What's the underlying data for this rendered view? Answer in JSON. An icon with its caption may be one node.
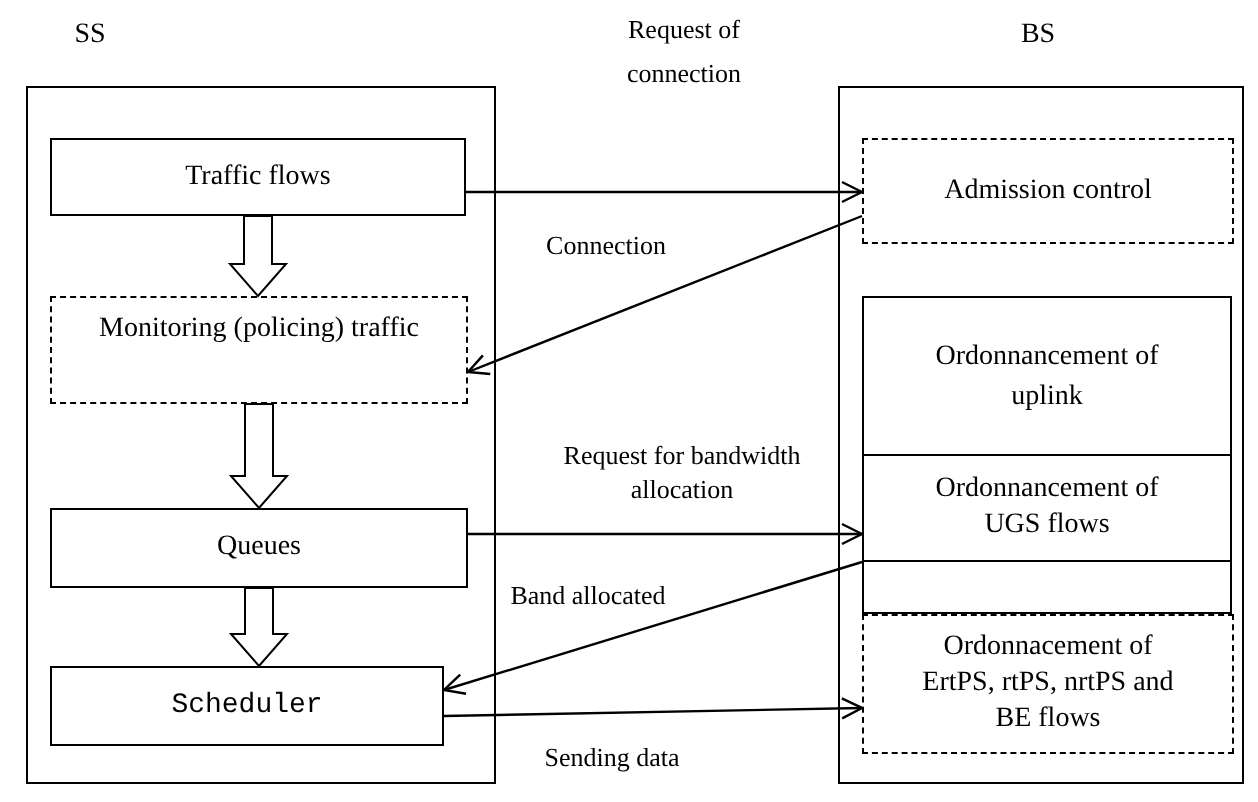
{
  "diagram": {
    "nodes": [
      {
        "text": [
          "SS"
        ]
      },
      {
        "text": [
          "Traffic flows"
        ],
        "in": 0
      },
      {
        "text": [
          "Monitoring (policing) traffic"
        ],
        "in": 0
      },
      {
        "text": [
          "Queues"
        ],
        "in": 0
      },
      {
        "text": [
          "Scheduler"
        ],
        "in": 0
      },
      {
        "text": [
          "BS"
        ]
      },
      {
        "text": [
          "Admission control"
        ],
        "in": 5
      },
      {
        "text": [
          "Ordonnancement of uplink"
        ],
        "in": 5
      },
      {
        "text": [
          "Ordonnancement of UGS flows"
        ],
        "in": 7
      },
      {
        "text": [
          "Ordonnacement of ErtPS, rtPS, nrtPS and BE flows"
        ],
        "in": 5
      }
    ],
    "edges": [
      {
        "from": 1,
        "to": 2,
        "arrow": "to",
        "style": "thick"
      },
      {
        "from": 2,
        "to": 3,
        "arrow": "to",
        "style": "thick"
      },
      {
        "from": 3,
        "to": 4,
        "arrow": "to",
        "style": "thick"
      },
      {
        "from": 1,
        "to": 6,
        "arrow": "to",
        "label": "Request of connection"
      },
      {
        "from": 6,
        "to": 2,
        "arrow": "to",
        "label": "Connection"
      },
      {
        "from": 3,
        "to": 8,
        "arrow": "to",
        "label": "Request for bandwidth allocation"
      },
      {
        "from": 8,
        "to": 4,
        "arrow": "to",
        "label": "Band allocated"
      },
      {
        "from": 4,
        "to": 9,
        "arrow": "to",
        "label": "Sending data"
      }
    ]
  }
}
